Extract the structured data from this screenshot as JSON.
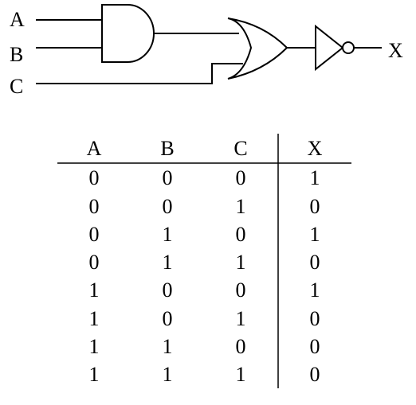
{
  "circuit": {
    "inputs": [
      "A",
      "B",
      "C"
    ],
    "output": "X",
    "gates": [
      "and-gate",
      "or-gate",
      "not-gate"
    ]
  },
  "truth_table": {
    "headers": [
      "A",
      "B",
      "C",
      "X"
    ],
    "rows": [
      [
        "0",
        "0",
        "0",
        "1"
      ],
      [
        "0",
        "0",
        "1",
        "0"
      ],
      [
        "0",
        "1",
        "0",
        "1"
      ],
      [
        "0",
        "1",
        "1",
        "0"
      ],
      [
        "1",
        "0",
        "0",
        "1"
      ],
      [
        "1",
        "0",
        "1",
        "0"
      ],
      [
        "1",
        "1",
        "0",
        "0"
      ],
      [
        "1",
        "1",
        "1",
        "0"
      ]
    ]
  }
}
